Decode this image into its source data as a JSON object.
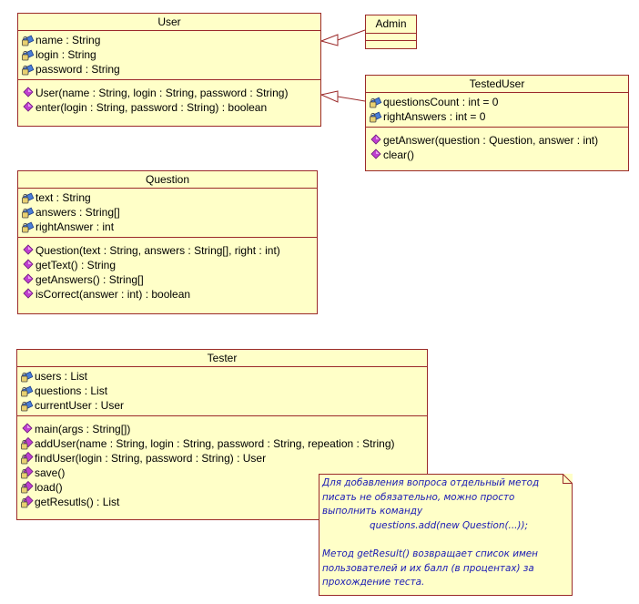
{
  "classes": {
    "user": {
      "name": "User",
      "attributes": [
        "name : String",
        "login : String",
        "password : String"
      ],
      "operations": [
        "User(name : String, login : String, password : String)",
        "enter(login : String, password : String) : boolean"
      ]
    },
    "admin": {
      "name": "Admin"
    },
    "tested_user": {
      "name": "TestedUser",
      "attributes": [
        "questionsCount : int = 0",
        "rightAnswers : int = 0"
      ],
      "operations": [
        "getAnswer(question : Question, answer : int)",
        "clear()"
      ]
    },
    "question": {
      "name": "Question",
      "attributes": [
        "text : String",
        "answers : String[]",
        "rightAnswer : int"
      ],
      "operations": [
        "Question(text : String, answers : String[], right : int)",
        "getText() : String",
        "getAnswers() : String[]",
        "isCorrect(answer : int) : boolean"
      ]
    },
    "tester": {
      "name": "Tester",
      "attributes": [
        "users : List",
        "questions : List",
        "currentUser : User"
      ],
      "operations": [
        "main(args : String[])",
        "addUser(name : String, login : String, password : String, repeation : String)",
        "findUser(login : String, password : String) : User",
        "save()",
        "load()",
        "getResutls() : List"
      ]
    }
  },
  "note": {
    "lines": [
      "Для добавления вопроса отдельный метод",
      "писать не обязательно, можно просто",
      "выполнить команду",
      "questions.add(new Question(...));",
      "",
      "Метод getResult() возвращает список имен",
      "пользователей и их балл (в процентах) за",
      "прохождение теста."
    ]
  },
  "relations": [
    {
      "type": "generalization",
      "from": "Admin",
      "to": "User"
    },
    {
      "type": "generalization",
      "from": "TestedUser",
      "to": "User"
    }
  ],
  "colors": {
    "class_fill": "#ffffc8",
    "class_border": "#9b2a2a",
    "note_text": "#1a1ab4",
    "icon_attribute": "#4a7fd8",
    "icon_operation": "#c040d0"
  },
  "icons": {
    "attribute": "private-attribute-lock-icon",
    "operation_public": "public-operation-icon",
    "operation_private": "private-operation-lock-icon"
  }
}
